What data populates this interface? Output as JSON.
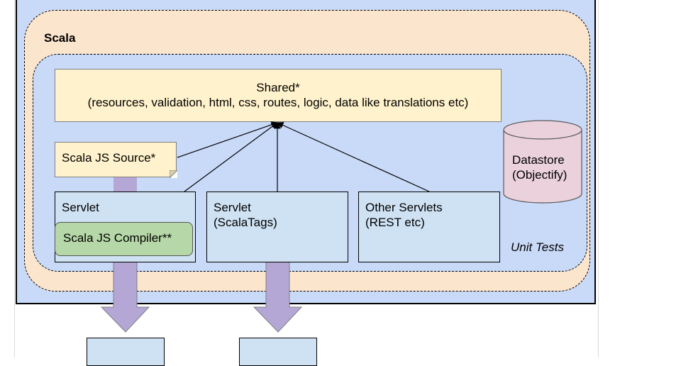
{
  "scala_region": {
    "label": "Scala"
  },
  "tests_region": {
    "label": "Unit Tests"
  },
  "shared": {
    "title": "Shared*",
    "detail": "(resources, validation, html, css, routes, logic, data like translations etc)"
  },
  "scala_js_source": {
    "label": "Scala JS Source*"
  },
  "servlet_1": {
    "label": "Servlet"
  },
  "scala_js_compiler": {
    "label": "Scala JS Compiler**"
  },
  "servlet_2": {
    "line1": "Servlet",
    "line2": "(ScalaTags)"
  },
  "other_servlets": {
    "line1": "Other Servlets",
    "line2": "(REST etc)"
  },
  "datastore": {
    "line1": "Datastore",
    "line2": "(Objectify)"
  },
  "colors": {
    "outer_bg": "#c9daf8",
    "scala_bg": "#fce5cd",
    "shared_bg": "#fff2cc",
    "servlet_bg": "#cfe2f3",
    "compiler_bg": "#b6d7a8",
    "datastore_bg": "#ead1dc",
    "flow_arrow": "#b4a7d6"
  }
}
